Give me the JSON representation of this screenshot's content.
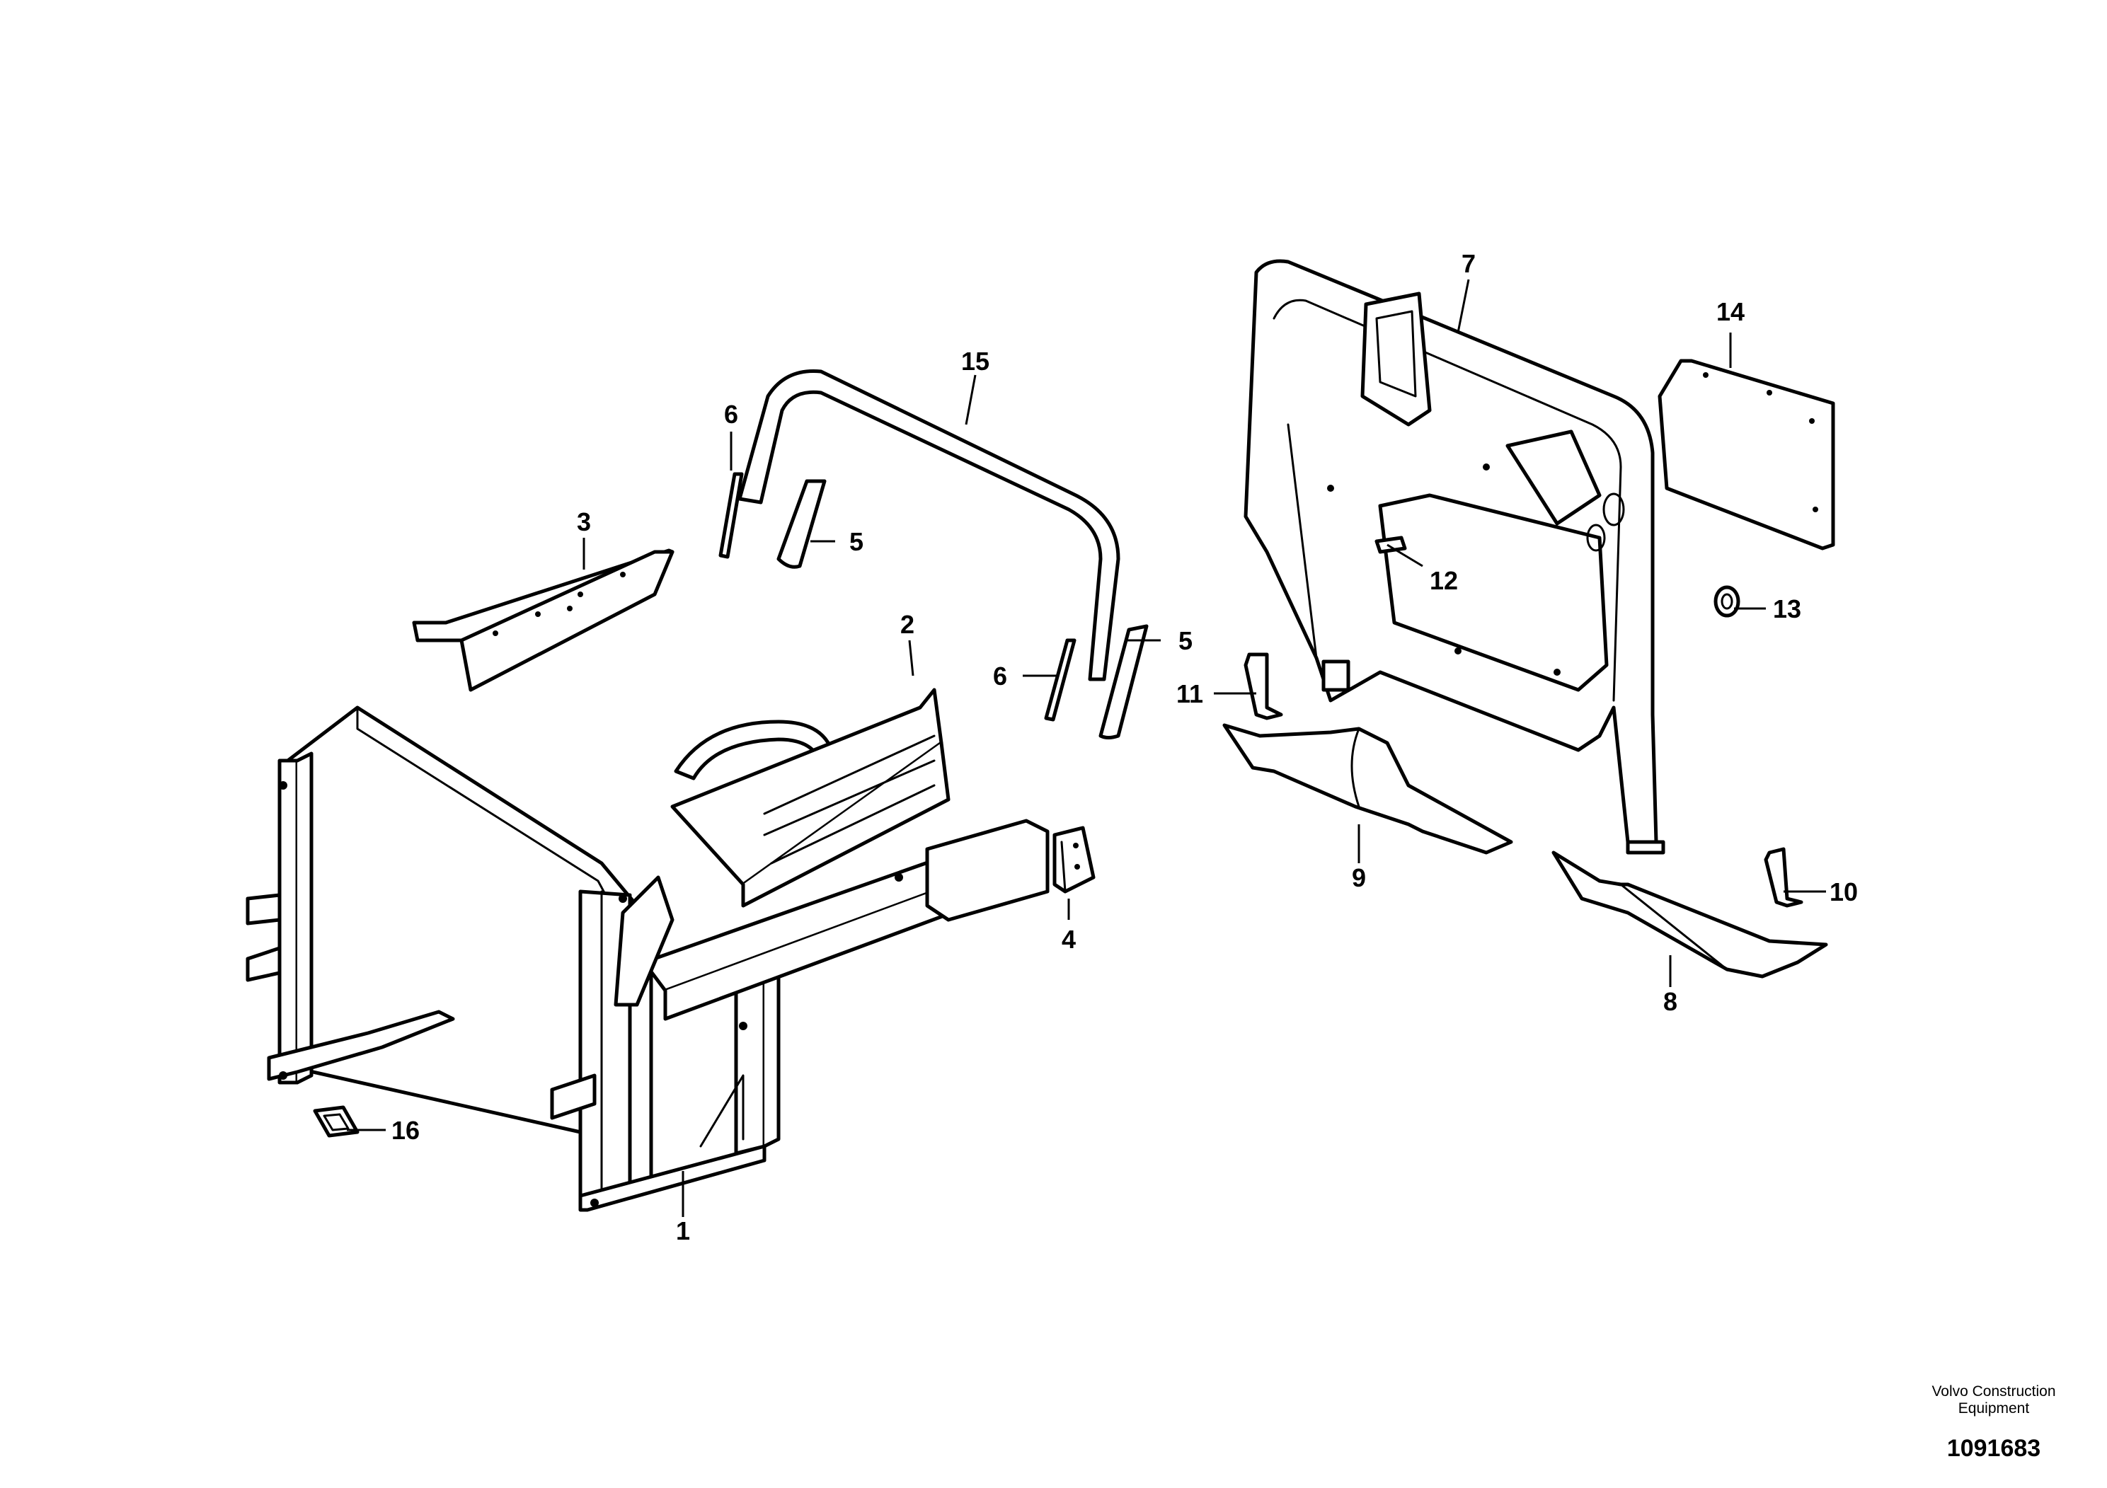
{
  "diagram": {
    "callouts": [
      {
        "id": "1",
        "label": "1"
      },
      {
        "id": "2",
        "label": "2"
      },
      {
        "id": "3",
        "label": "3"
      },
      {
        "id": "4",
        "label": "4"
      },
      {
        "id": "5a",
        "label": "5"
      },
      {
        "id": "5b",
        "label": "5"
      },
      {
        "id": "6a",
        "label": "6"
      },
      {
        "id": "6b",
        "label": "6"
      },
      {
        "id": "7",
        "label": "7"
      },
      {
        "id": "8",
        "label": "8"
      },
      {
        "id": "9",
        "label": "9"
      },
      {
        "id": "10",
        "label": "10"
      },
      {
        "id": "11",
        "label": "11"
      },
      {
        "id": "12",
        "label": "12"
      },
      {
        "id": "13",
        "label": "13"
      },
      {
        "id": "14",
        "label": "14"
      },
      {
        "id": "15",
        "label": "15"
      },
      {
        "id": "16",
        "label": "16"
      }
    ]
  },
  "footer": {
    "brand": "Volvo Construction Equipment",
    "figure_number": "1091683"
  }
}
